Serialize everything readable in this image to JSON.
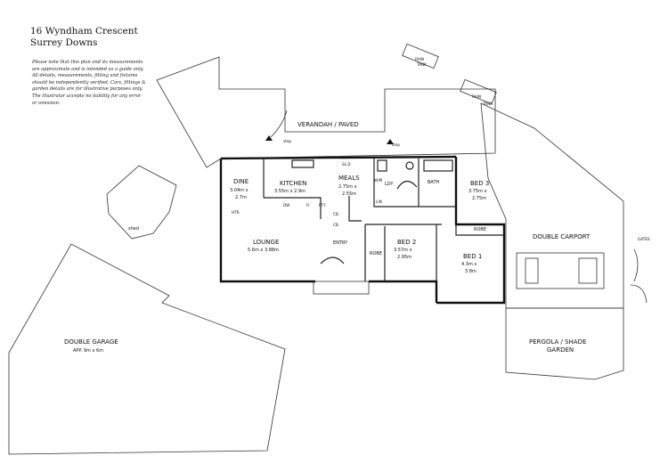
{
  "address": {
    "line1": "16 Wyndham Crescent",
    "line2": "Surrey Downs"
  },
  "disclaimer": "Please note that this plan and its measurements are approximate and is intended as a guide only. All details, measurements, fitting and fixtures should be independently verified. Cars, fittings & garden details are for illustrative purposes only. The illustrator accepts no liability for any error or omission.",
  "rooms": {
    "dine": {
      "name": "DINE",
      "size_a": "3.04m x",
      "size_b": "2.7m"
    },
    "kitchen": {
      "name": "KITCHEN",
      "size": "3.55m x 2.9m"
    },
    "meals": {
      "name": "MEALS",
      "size_a": "2.75m x",
      "size_b": "2.55m"
    },
    "lounge": {
      "name": "LOUNGE",
      "size": "5.6m x 3.88m"
    },
    "bed3": {
      "name": "BED 3",
      "size_a": "3.75m x",
      "size_b": "2.75m"
    },
    "bed2": {
      "name": "BED 2",
      "size_a": "3.57m x",
      "size_b": "2.95m"
    },
    "bed1": {
      "name": "BED 1",
      "size_a": "4.3m x",
      "size_b": "3.8m"
    },
    "double_garage": {
      "name": "DOUBLE GARAGE",
      "size": "APP. 9m x 6m"
    },
    "double_carport": {
      "name": "DOUBLE CARPORT"
    },
    "pergola": {
      "line1": "PERGOLA / SHADE",
      "line2": "GARDEN"
    },
    "verandah": {
      "name": "VERANDAH / PAVED"
    }
  },
  "labels": {
    "ldy": "LDY",
    "bath": "BATH",
    "robe_a": "ROBE",
    "robe_b": "ROBE",
    "entry": "ENTRY",
    "shed": "shed",
    "gates": "GATES",
    "step_a": "step",
    "step_b": "step",
    "sld": "SL.D",
    "htr": "HTR",
    "dw": "DW",
    "fr": "Fr",
    "pty": "PTY",
    "cb_a": "CB.",
    "cb_b": "CB.",
    "lin": "LIN",
    "wm": "W/M",
    "rain_tank_1a": "RAIN",
    "rain_tank_1b": "TANK",
    "rain_tank_2a": "RAIN",
    "rain_tank_2b": "TANK"
  }
}
